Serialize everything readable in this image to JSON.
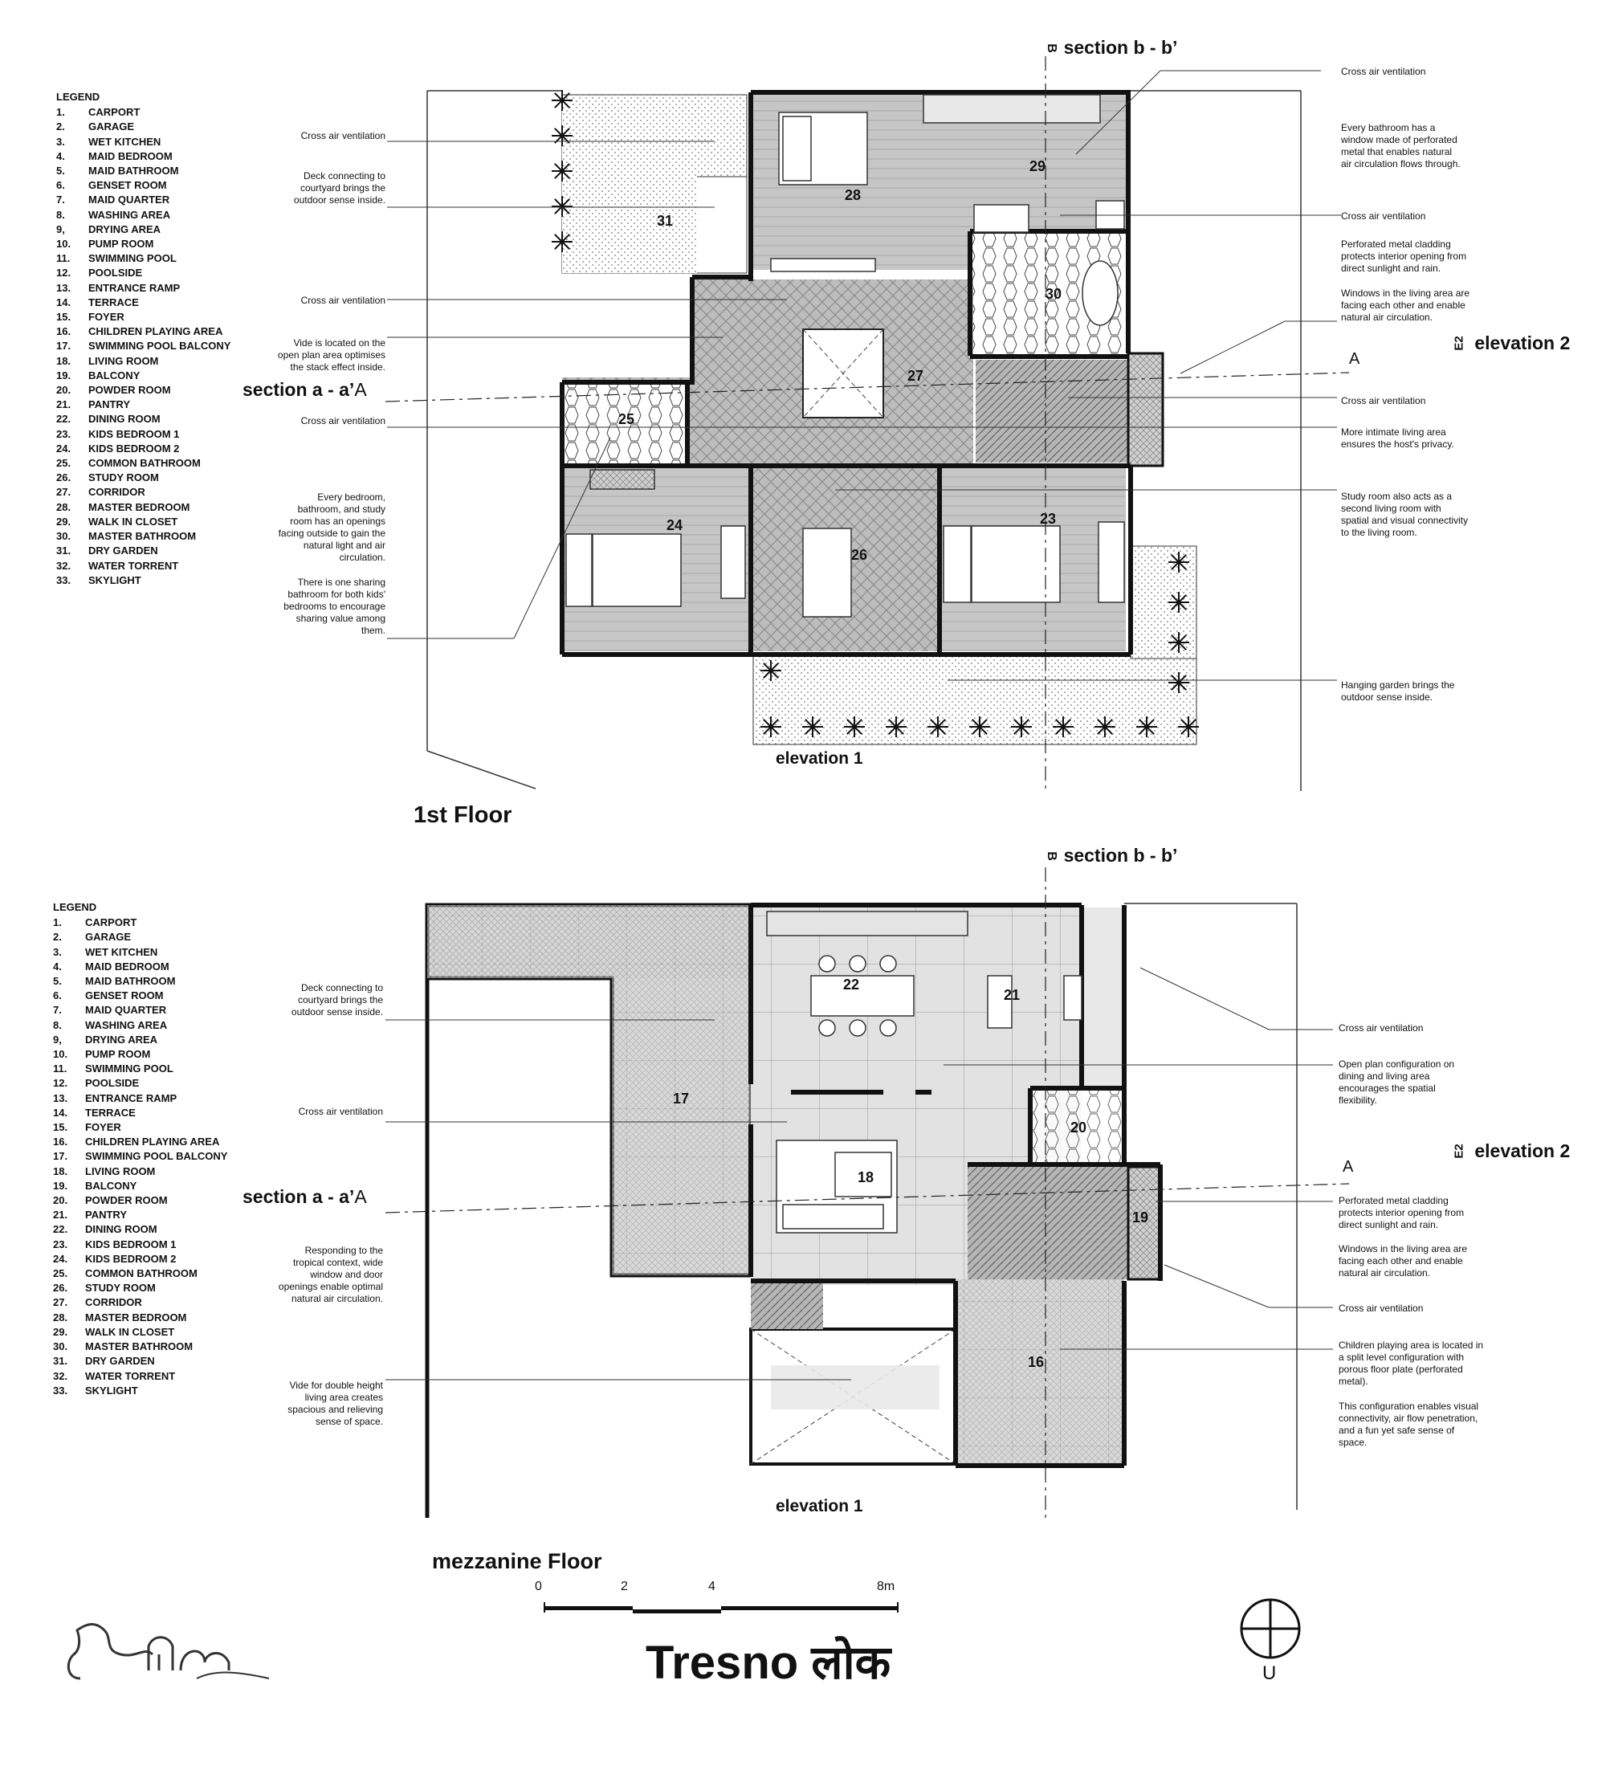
{
  "legend_title": "LEGEND",
  "legend_items": [
    {
      "n": "1.",
      "label": "CARPORT"
    },
    {
      "n": "2.",
      "label": "GARAGE"
    },
    {
      "n": "3.",
      "label": "WET KITCHEN"
    },
    {
      "n": "4.",
      "label": "MAID BEDROOM"
    },
    {
      "n": "5.",
      "label": "MAID BATHROOM"
    },
    {
      "n": "6.",
      "label": "GENSET ROOM"
    },
    {
      "n": "7.",
      "label": "MAID QUARTER"
    },
    {
      "n": "8.",
      "label": "WASHING AREA"
    },
    {
      "n": "9,",
      "label": "DRYING AREA"
    },
    {
      "n": "10.",
      "label": "PUMP ROOM"
    },
    {
      "n": "11.",
      "label": "SWIMMING POOL"
    },
    {
      "n": "12.",
      "label": "POOLSIDE"
    },
    {
      "n": "13.",
      "label": "ENTRANCE RAMP"
    },
    {
      "n": "14.",
      "label": "TERRACE"
    },
    {
      "n": "15.",
      "label": "FOYER"
    },
    {
      "n": "16.",
      "label": "CHILDREN PLAYING AREA"
    },
    {
      "n": "17.",
      "label": "SWIMMING POOL BALCONY"
    },
    {
      "n": "18.",
      "label": "LIVING ROOM"
    },
    {
      "n": "19.",
      "label": "BALCONY"
    },
    {
      "n": "20.",
      "label": "POWDER ROOM"
    },
    {
      "n": "21.",
      "label": "PANTRY"
    },
    {
      "n": "22.",
      "label": "DINING ROOM"
    },
    {
      "n": "23.",
      "label": "KIDS BEDROOM 1"
    },
    {
      "n": "24.",
      "label": "KIDS BEDROOM 2"
    },
    {
      "n": "25.",
      "label": "COMMON BATHROOM"
    },
    {
      "n": "26.",
      "label": "STUDY ROOM"
    },
    {
      "n": "27.",
      "label": "CORRIDOR"
    },
    {
      "n": "28.",
      "label": "MASTER BEDROOM"
    },
    {
      "n": "29.",
      "label": "WALK IN CLOSET"
    },
    {
      "n": "30.",
      "label": "MASTER BATHROOM"
    },
    {
      "n": "31.",
      "label": "DRY GARDEN"
    },
    {
      "n": "32.",
      "label": "WATER TORRENT"
    },
    {
      "n": "33.",
      "label": "SKYLIGHT"
    }
  ],
  "first_floor": {
    "label": "1st Floor",
    "section_a": "section a - a’",
    "section_b": "section b - b’",
    "elevation_1": "elevation 1",
    "elevation_2": "elevation 2",
    "marker_a": "A",
    "marker_b": "B",
    "marker_e2": "E2",
    "rooms": [
      "31",
      "28",
      "29",
      "30",
      "27",
      "25",
      "24",
      "26",
      "23"
    ],
    "notes_left": [
      "Cross air ventilation",
      "Deck connecting to courtyard brings the outdoor sense inside.",
      "Cross air ventilation",
      "Vide is located on the open plan area optimises the stack effect inside.",
      "Cross air ventilation",
      "Every bedroom, bathroom, and study room has an openings facing outside to gain the natural light and air circulation.",
      "There is one sharing bathroom for both kids' bedrooms to encourage sharing value among them."
    ],
    "notes_right": [
      "Cross air ventilation",
      "Every bathroom has a window made of perforated metal that enables natural air circulation flows through.",
      "Cross air ventilation",
      "Perforated metal cladding protects interior opening from direct sunlight and rain.",
      "Windows in the living area are facing each other and enable natural air circulation.",
      "Cross air ventilation",
      "More intimate living area ensures the host's privacy.",
      "Study room also acts as a second living room with spatial and visual connectivity to the living room.",
      "Hanging garden brings the outdoor sense inside."
    ]
  },
  "mezzanine": {
    "label": "mezzanine Floor",
    "section_a": "section a - a’",
    "section_b": "section b - b’",
    "elevation_1": "elevation 1",
    "elevation_2": "elevation 2",
    "marker_a": "A",
    "marker_b": "B",
    "marker_e2": "E2",
    "rooms": [
      "22",
      "21",
      "17",
      "20",
      "18",
      "19",
      "16"
    ],
    "notes_left": [
      "Deck connecting to courtyard brings the outdoor sense inside.",
      "Cross air ventilation",
      "Responding to the tropical context, wide window and door openings enable optimal natural air circulation.",
      "Vide for double height living area creates spacious and relieving sense of space."
    ],
    "notes_right": [
      "Cross air ventilation",
      "Open plan configuration on dining and living area encourages the spatial flexibility.",
      "Perforated metal cladding protects interior opening from direct sunlight and rain.",
      "Windows in the living area are facing each other and enable natural air circulation.",
      "Cross air ventilation",
      "Children playing area is located in a split level configuration with porous floor plate (perforated metal).",
      "This configuration enables visual connectivity, air flow penetration, and a fun yet safe sense of space."
    ]
  },
  "scale": {
    "ticks": [
      "0",
      "2",
      "4",
      "8m"
    ]
  },
  "project_title": "Tresno लोक",
  "north_label": "U",
  "colors": {
    "wall": "#111111",
    "floor_grey": "#c9c9c9",
    "floor_light": "#e0e0e0",
    "hatch": "#9a9a9a"
  }
}
